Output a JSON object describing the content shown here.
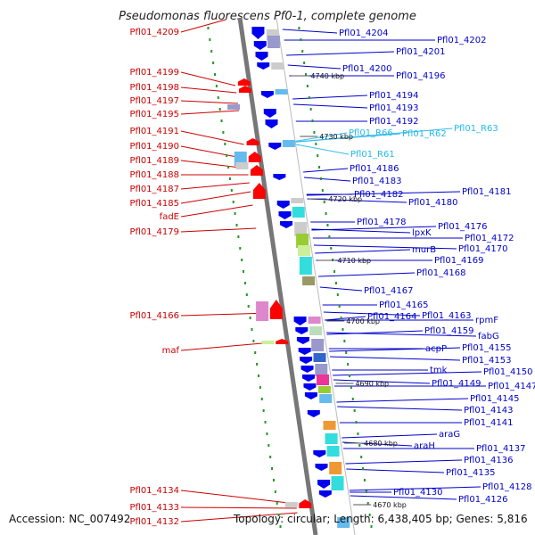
{
  "title": "Pseudomonas fluorescens Pf0-1, complete genome",
  "footer": {
    "accession": "Accession: NC_007492",
    "summary": "Topology: circular; Length: 6,438,405 bp; Genes: 5,816"
  },
  "ruler": {
    "unit": "kbp",
    "ticks": [
      4740,
      4730,
      4720,
      4710,
      4700,
      4690,
      4680,
      4670
    ]
  },
  "colors": {
    "forward_strand": "#ff0000",
    "reverse_strand": "#0000ee",
    "rna": "#33bbff",
    "backbone": "#777777",
    "ruler_dot": "#229922"
  },
  "left_labels": [
    "Pfl01_4209",
    "Pfl01_4199",
    "Pfl01_4198",
    "Pfl01_4197",
    "Pfl01_4195",
    "Pfl01_4191",
    "Pfl01_4190",
    "Pfl01_4189",
    "Pfl01_4188",
    "Pfl01_4187",
    "Pfl01_4185",
    "fadE",
    "Pfl01_4179",
    "Pfl01_4166",
    "maf",
    "Pfl01_4134",
    "Pfl01_4133",
    "Pfl01_4132"
  ],
  "right_labels": [
    "Pfl01_4204",
    "Pfl01_4202",
    "Pfl01_4201",
    "Pfl01_4200",
    "Pfl01_4196",
    "Pfl01_4194",
    "Pfl01_4193",
    "Pfl01_4192",
    "Pfl01_4186",
    "Pfl01_4183",
    "Pfl01_4182",
    "Pfl01_4181",
    "Pfl01_4180",
    "Pfl01_4178",
    "Pfl01_4176",
    "lpxK",
    "Pfl01_4172",
    "murB",
    "Pfl01_4170",
    "Pfl01_4169",
    "Pfl01_4168",
    "Pfl01_4167",
    "Pfl01_4165",
    "Pfl01_4164",
    "Pfl01_4163",
    "rpmF",
    "Pfl01_4159",
    "fabG",
    "acpP",
    "Pfl01_4155",
    "Pfl01_4153",
    "tmk",
    "Pfl01_4150",
    "Pfl01_4149",
    "Pfl01_4147",
    "Pfl01_4145",
    "Pfl01_4143",
    "Pfl01_4141",
    "araG",
    "araH",
    "Pfl01_4137",
    "Pfl01_4136",
    "Pfl01_4135",
    "Pfl01_4130",
    "Pfl01_4128",
    "Pfl01_4126"
  ],
  "rna_labels": [
    "Pfl01_R63",
    "Pfl01_R66",
    "Pfl01_R62",
    "Pfl01_R61"
  ]
}
